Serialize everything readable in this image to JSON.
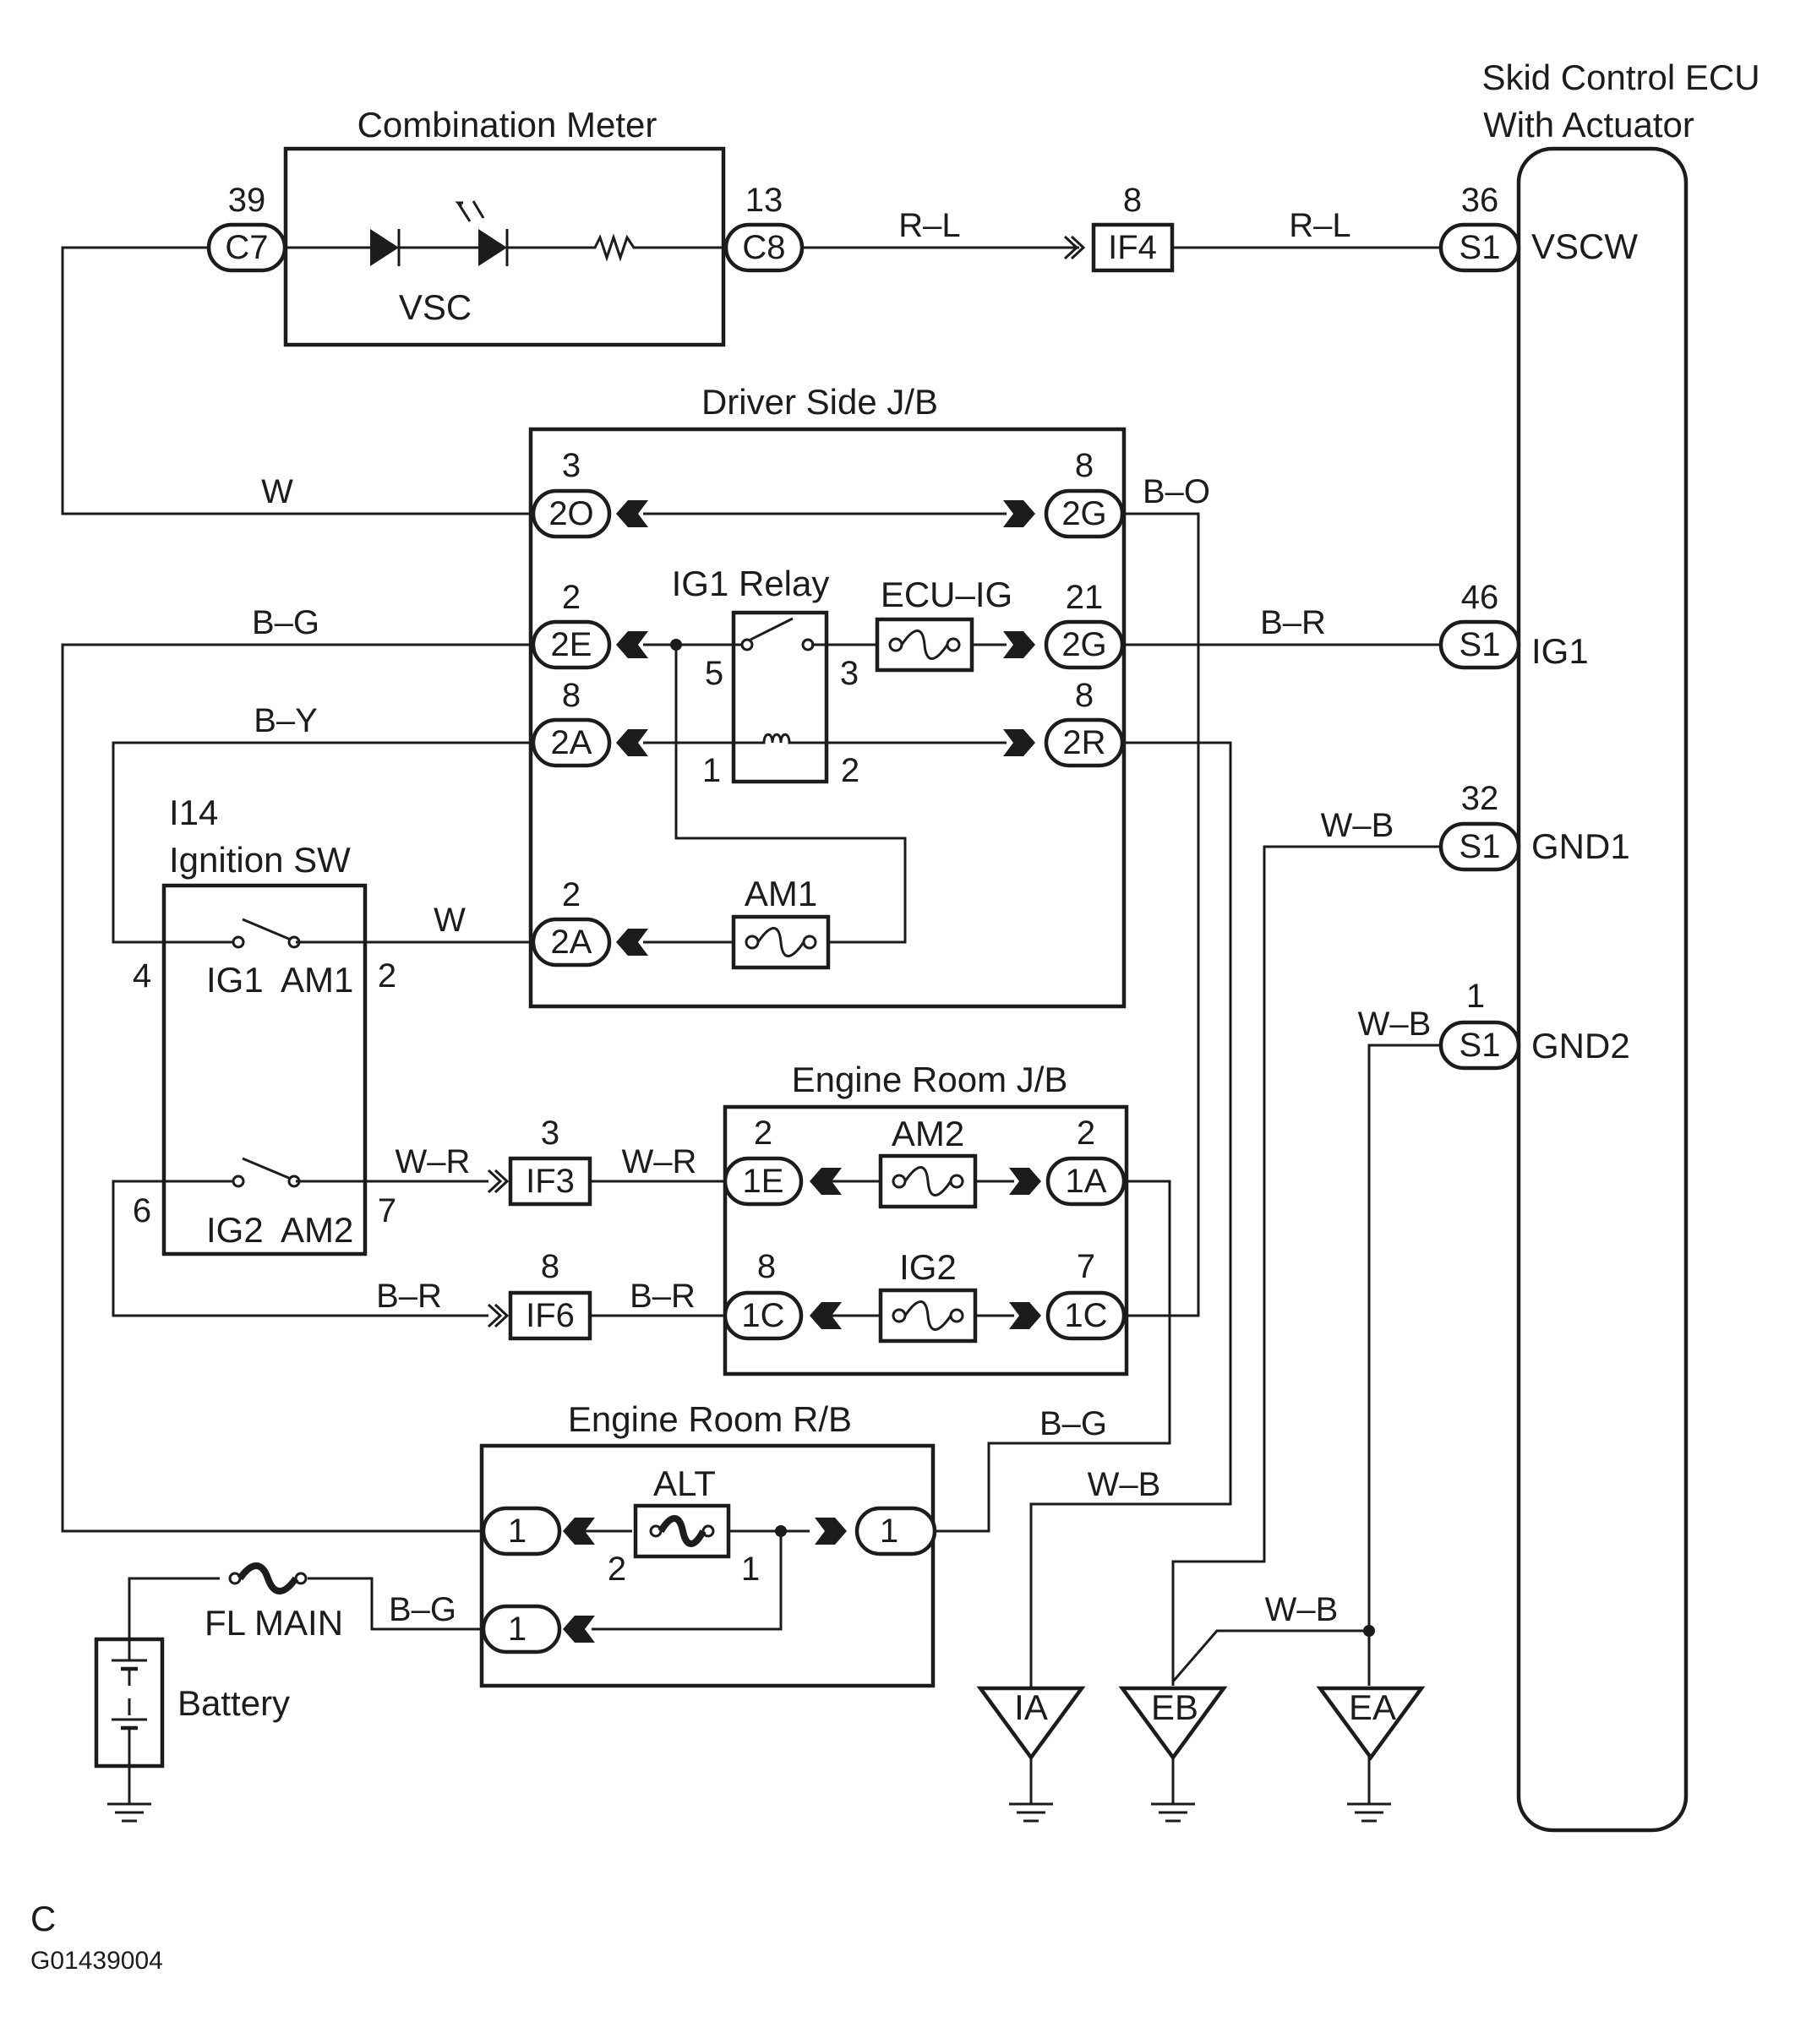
{
  "title_labels": {
    "combination_meter": "Combination Meter",
    "vsc": "VSC",
    "skid_ecu_line1": "Skid Control ECU",
    "skid_ecu_line2": "With Actuator",
    "driver_jb": "Driver Side J/B",
    "ig1_relay": "IG1 Relay",
    "ecu_ig": "ECU–IG",
    "am1_fuse": "AM1",
    "ignition_id": "I14",
    "ignition_sw": "Ignition SW",
    "engine_room_jb": "Engine Room J/B",
    "am2_fuse": "AM2",
    "ig2_fuse": "IG2",
    "engine_room_rb": "Engine Room R/B",
    "alt": "ALT",
    "fl_main": "FL MAIN",
    "battery": "Battery",
    "footer_letter": "C",
    "figure_code": "G01439004"
  },
  "switch_terminals": {
    "ig1": "IG1",
    "am1": "AM1",
    "ig2": "IG2",
    "am2": "AM2",
    "pin_ig1": "4",
    "pin_am1": "2",
    "pin_ig2": "6",
    "pin_am2": "7"
  },
  "relay_pins": {
    "p5": "5",
    "p3": "3",
    "p1": "1",
    "p2": "2"
  },
  "alt_pins": {
    "p2": "2",
    "p1": "1"
  },
  "ecu_terminals": {
    "vscw": "VSCW",
    "ig1": "IG1",
    "gnd1": "GND1",
    "gnd2": "GND2"
  },
  "connectors": {
    "c7": {
      "label": "C7",
      "pin": "39"
    },
    "c8": {
      "label": "C8",
      "pin": "13"
    },
    "if4": {
      "label": "IF4",
      "pin": "8"
    },
    "s1_vscw": {
      "label": "S1",
      "pin": "36"
    },
    "s1_ig1": {
      "label": "S1",
      "pin": "46"
    },
    "s1_gnd1": {
      "label": "S1",
      "pin": "32"
    },
    "s1_gnd2": {
      "label": "S1",
      "pin": "1"
    },
    "jb_2o": {
      "label": "2O",
      "pin": "3"
    },
    "jb_2g_top": {
      "label": "2G",
      "pin": "8"
    },
    "jb_2e": {
      "label": "2E",
      "pin": "2"
    },
    "jb_2g_mid": {
      "label": "2G",
      "pin": "21"
    },
    "jb_2a_top": {
      "label": "2A",
      "pin": "8"
    },
    "jb_2r": {
      "label": "2R",
      "pin": "8"
    },
    "jb_2a_bot": {
      "label": "2A",
      "pin": "2"
    },
    "if3": {
      "label": "IF3",
      "pin": "3"
    },
    "if6": {
      "label": "IF6",
      "pin": "8"
    },
    "er_1e": {
      "label": "1E",
      "pin": "2"
    },
    "er_1a": {
      "label": "1A",
      "pin": "2"
    },
    "er_1c_l": {
      "label": "1C",
      "pin": "8"
    },
    "er_1c_r": {
      "label": "1C",
      "pin": "7"
    },
    "rb_1_left": {
      "label": "1"
    },
    "rb_1_right": {
      "label": "1"
    },
    "rb_1_bottom": {
      "label": "1"
    }
  },
  "wires": {
    "rl_a": "R–L",
    "rl_b": "R–L",
    "w_top": "W",
    "bo": "B–O",
    "bg_top": "B–G",
    "br_ecu": "B–R",
    "by": "B–Y",
    "wb_gnd1": "W–B",
    "wb_gnd2": "W–B",
    "w_sw": "W",
    "wr_a": "W–R",
    "wr_b": "W–R",
    "br_a": "B–R",
    "br_b": "B–R",
    "bg_rb": "B–G",
    "wb_ia": "W–B",
    "bg_batt": "B–G",
    "wb_ground": "W–B"
  },
  "grounds": {
    "ia": "IA",
    "eb": "EB",
    "ea": "EA"
  }
}
